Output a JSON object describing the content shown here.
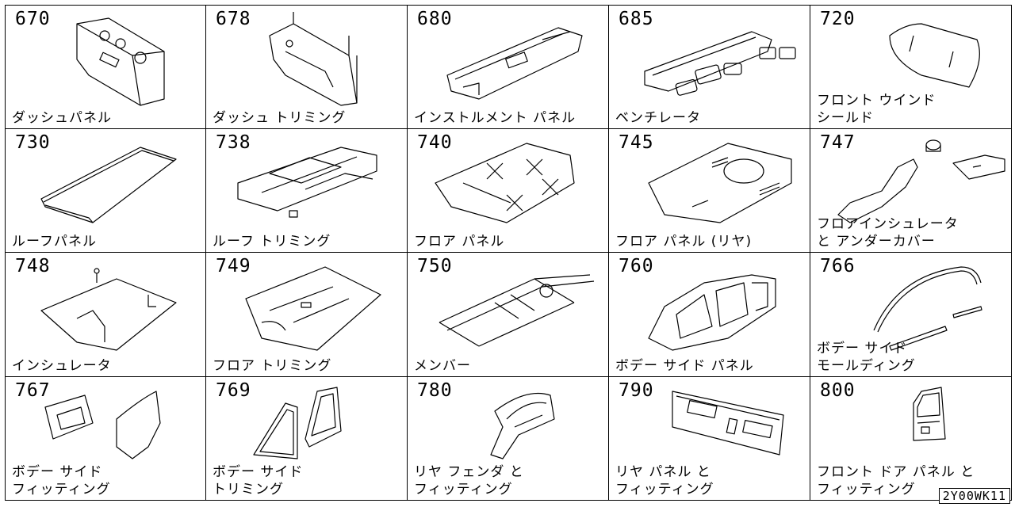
{
  "diagram_code": "2Y00WK11",
  "cells": [
    {
      "num": "670",
      "label": "ダッシュパネル"
    },
    {
      "num": "678",
      "label": "ダッシュ トリミング"
    },
    {
      "num": "680",
      "label": "インストルメント パネル"
    },
    {
      "num": "685",
      "label": "ベンチレータ"
    },
    {
      "num": "720",
      "label": "フロント ウインド\nシールド"
    },
    {
      "num": "730",
      "label": "ルーフパネル"
    },
    {
      "num": "738",
      "label": "ルーフ トリミング"
    },
    {
      "num": "740",
      "label": "フロア パネル"
    },
    {
      "num": "745",
      "label": "フロア パネル (リヤ)"
    },
    {
      "num": "747",
      "label": "フロアインシュレータ\nと アンダーカバー"
    },
    {
      "num": "748",
      "label": "インシュレータ"
    },
    {
      "num": "749",
      "label": "フロア トリミング"
    },
    {
      "num": "750",
      "label": "メンバー"
    },
    {
      "num": "760",
      "label": "ボデー サイド パネル"
    },
    {
      "num": "766",
      "label": "ボデー サイド\nモールディング"
    },
    {
      "num": "767",
      "label": "ボデー サイド\nフィッティング"
    },
    {
      "num": "769",
      "label": "ボデー サイド\nトリミング"
    },
    {
      "num": "780",
      "label": "リヤ フェンダ と\nフィッティング"
    },
    {
      "num": "790",
      "label": "リヤ パネル と\nフィッティング"
    },
    {
      "num": "800",
      "label": "フロント ドア パネル と\nフィッティング"
    }
  ]
}
